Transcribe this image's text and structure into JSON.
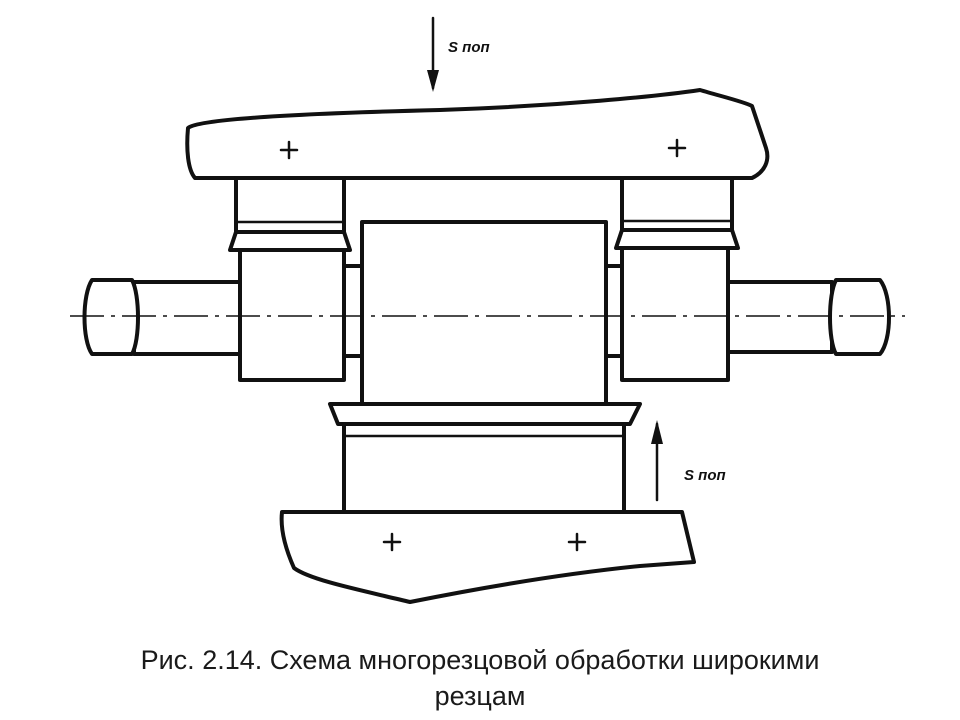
{
  "figure": {
    "top_feed_label": "S поп",
    "bottom_feed_label": "S поп",
    "caption_line1": "Рис. 2.14. Схема многорезцовой обработки широкими",
    "caption_line2": "резцам"
  }
}
